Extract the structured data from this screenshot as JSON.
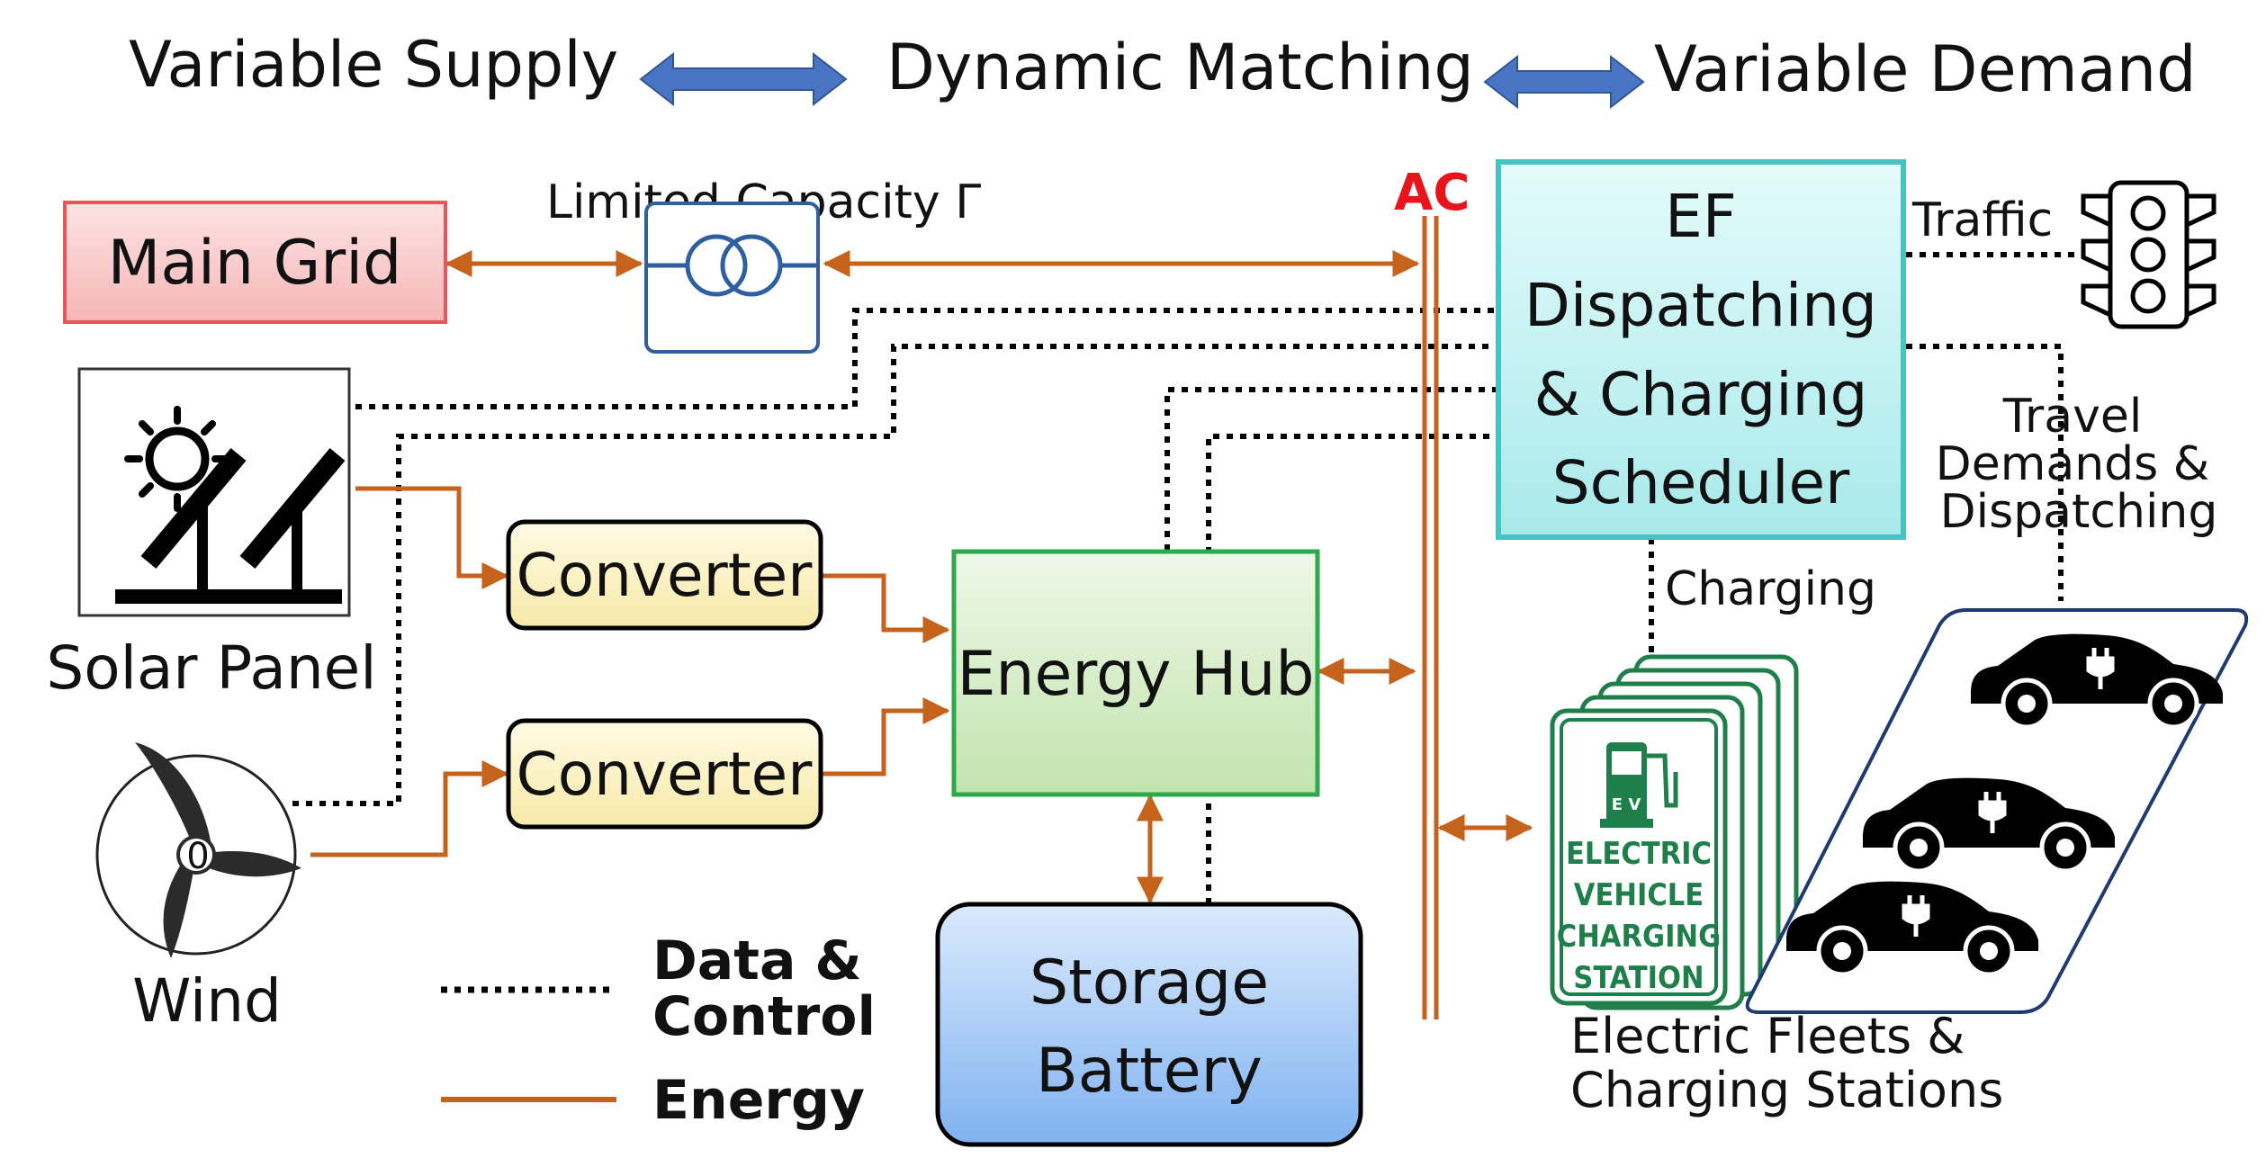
{
  "header": {
    "left": "Variable Supply",
    "center": "Dynamic Matching",
    "right": "Variable Demand"
  },
  "nodes": {
    "main_grid": "Main Grid",
    "transformer_label": "Limited Capacity Γ",
    "ac_bus": "AC",
    "scheduler": [
      "EF",
      "Dispatching",
      "& Charging",
      "Scheduler"
    ],
    "traffic": "Traffic",
    "travel": [
      "Travel",
      "Demands &",
      "Dispatching"
    ],
    "charging": "Charging",
    "solar": "Solar Panel",
    "wind": "Wind",
    "wind_hub": "0",
    "converter_1": "Converter",
    "converter_2": "Converter",
    "energy_hub": "Energy Hub",
    "storage": [
      "Storage",
      "Battery"
    ],
    "ev_sign": [
      "ELECTRIC",
      "VEHICLE",
      "CHARGING",
      "STATION"
    ],
    "ev_sign_pump": "E V",
    "fleets": [
      "Electric Fleets &",
      "Charging Stations"
    ]
  },
  "legend": {
    "data": [
      "Data &",
      "Control"
    ],
    "energy": "Energy"
  },
  "colors": {
    "energy": "#c5621b",
    "data": "#000000",
    "header_arrow": "#4a74c4",
    "ac_label": "#e8141c",
    "main_grid_fill": "#f9c7c7",
    "main_grid_border": "#e8555a",
    "converter_fill": "#fbf1bd",
    "hub_fill": "#d3edc4",
    "hub_border": "#2ea84a",
    "scheduler_fill": "#c4f0f0",
    "scheduler_border": "#45c4c4",
    "storage_fill": "#9fc6f5",
    "sign_green": "#1e7f4a"
  }
}
